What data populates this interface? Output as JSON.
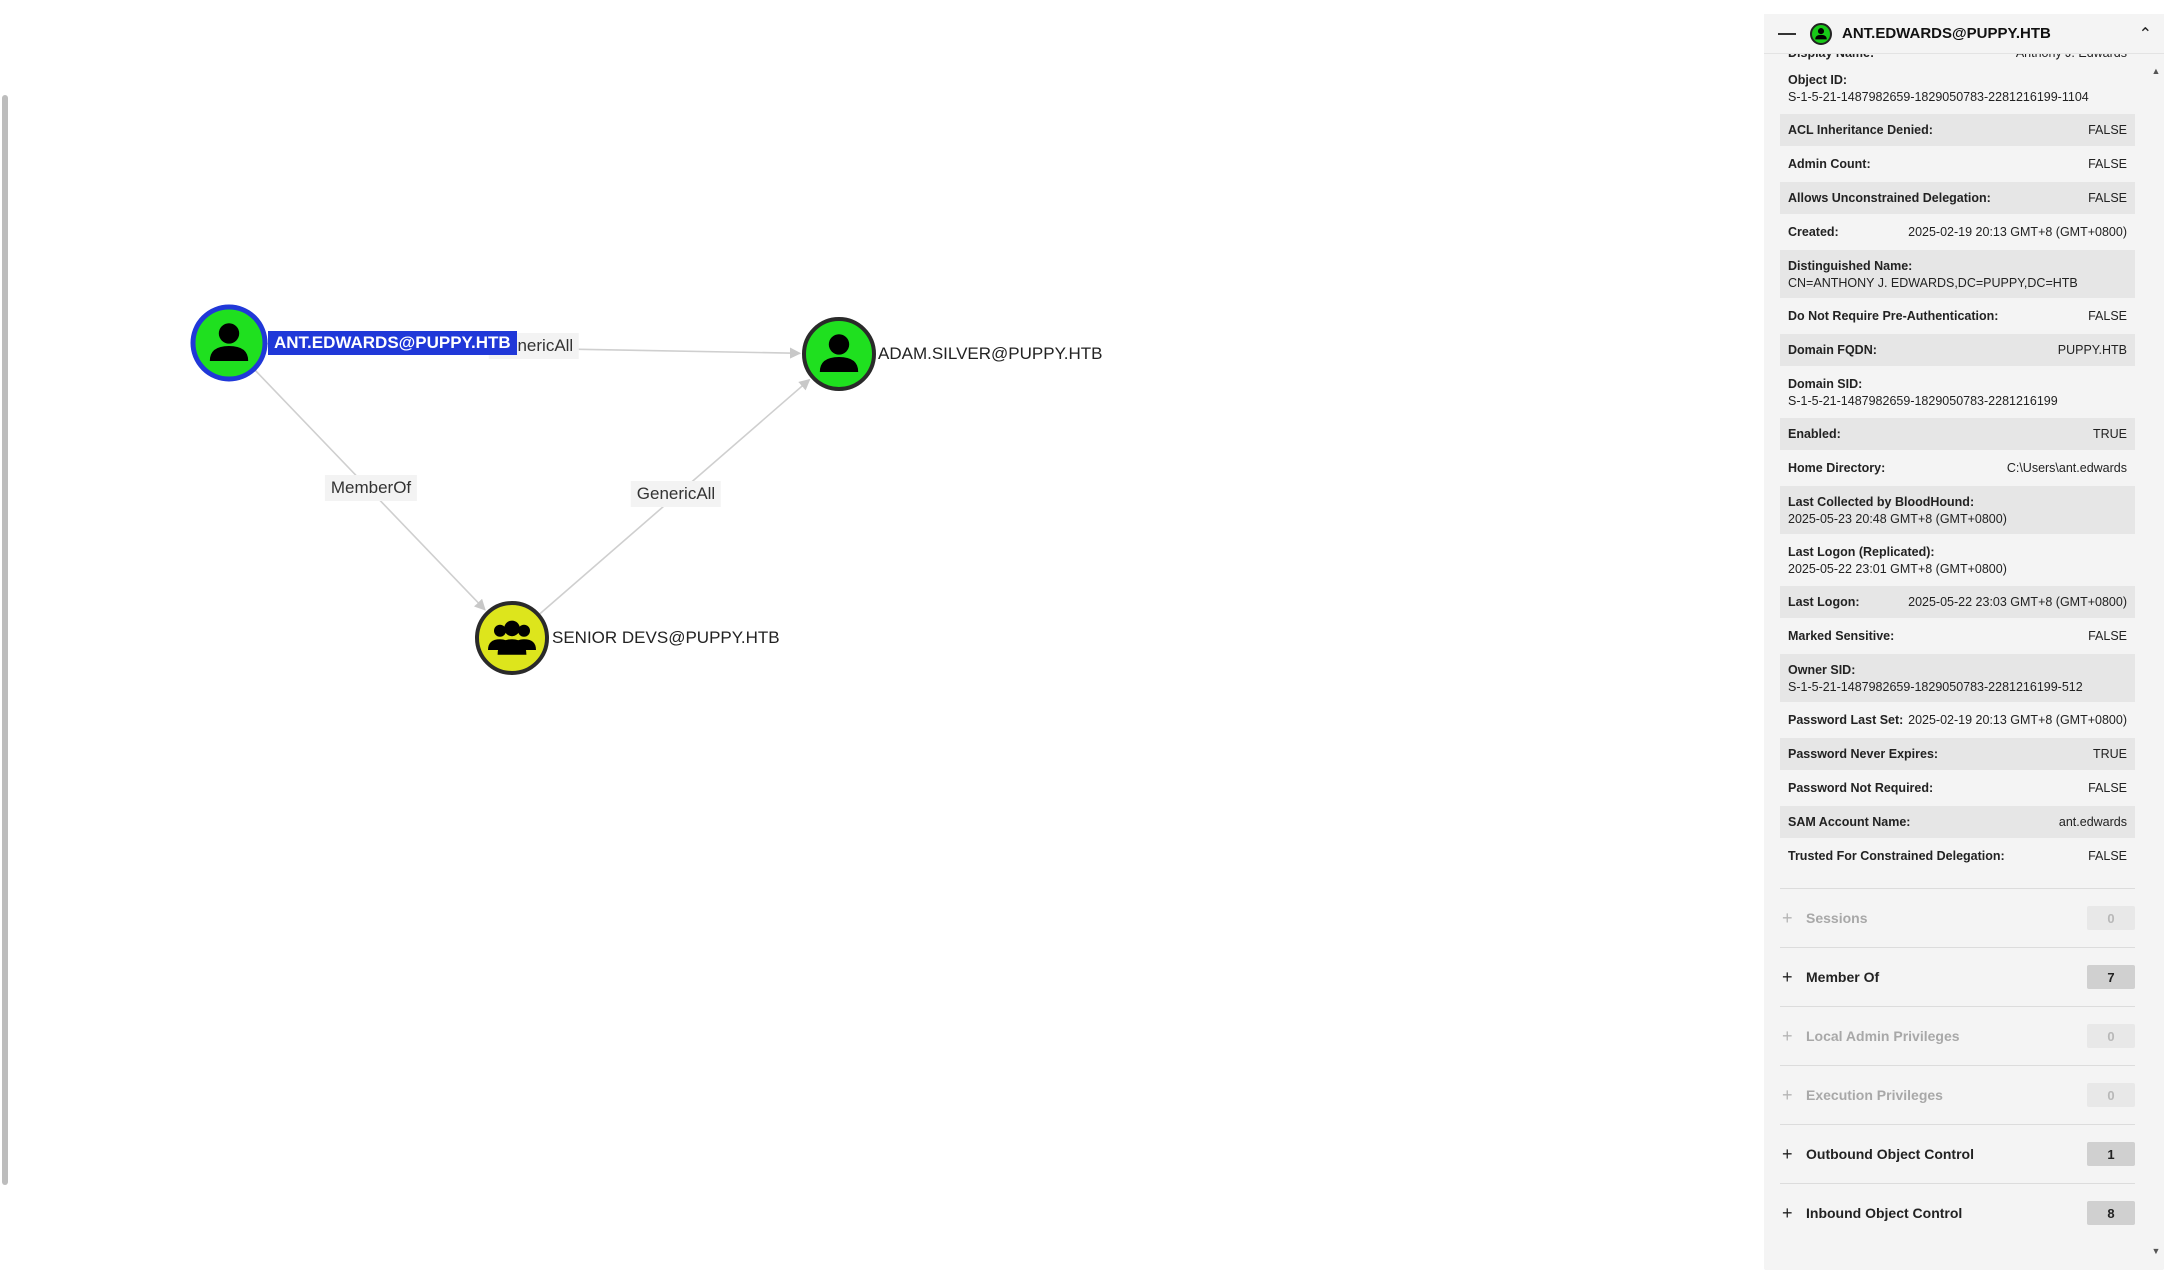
{
  "graph": {
    "nodes": [
      {
        "id": "ant",
        "label": "ANT.EDWARDS@PUPPY.HTB",
        "kind": "user",
        "selected": true,
        "color": "#1fe01f"
      },
      {
        "id": "adam",
        "label": "ADAM.SILVER@PUPPY.HTB",
        "kind": "user",
        "selected": false,
        "color": "#1fe01f"
      },
      {
        "id": "devs",
        "label": "SENIOR DEVS@PUPPY.HTB",
        "kind": "group",
        "selected": false,
        "color": "#dde51c"
      }
    ],
    "edges": [
      {
        "from": "ant",
        "to": "adam",
        "label": "GenericAll"
      },
      {
        "from": "ant",
        "to": "devs",
        "label": "MemberOf"
      },
      {
        "from": "devs",
        "to": "adam",
        "label": "GenericAll"
      }
    ],
    "user_icon": "user-icon",
    "group_icon": "group-icon",
    "selected_color": "#2038d8"
  },
  "panel": {
    "title": "ANT.EDWARDS@PUPPY.HTB",
    "header_icon": "user-icon",
    "collapse_icon": "double-chevron-up-icon",
    "partial_row": {
      "key": "Display Name:",
      "value": "Anthony J. Edwards"
    },
    "properties": [
      {
        "key": "Object ID:",
        "value": "S-1-5-21-1487982659-1829050783-2281216199-1104",
        "multi": true
      },
      {
        "key": "ACL Inheritance Denied:",
        "value": "FALSE"
      },
      {
        "key": "Admin Count:",
        "value": "FALSE"
      },
      {
        "key": "Allows Unconstrained Delegation:",
        "value": "FALSE"
      },
      {
        "key": "Created:",
        "value": "2025-02-19 20:13 GMT+8 (GMT+0800)"
      },
      {
        "key": "Distinguished Name:",
        "value": "CN=ANTHONY J. EDWARDS,DC=PUPPY,DC=HTB",
        "multi": true
      },
      {
        "key": "Do Not Require Pre-Authentication:",
        "value": "FALSE"
      },
      {
        "key": "Domain FQDN:",
        "value": "PUPPY.HTB"
      },
      {
        "key": "Domain SID:",
        "value": "S-1-5-21-1487982659-1829050783-2281216199",
        "multi": true
      },
      {
        "key": "Enabled:",
        "value": "TRUE"
      },
      {
        "key": "Home Directory:",
        "value": "C:\\Users\\ant.edwards"
      },
      {
        "key": "Last Collected by BloodHound:",
        "value": "2025-05-23 20:48 GMT+8 (GMT+0800)",
        "multi": true
      },
      {
        "key": "Last Logon (Replicated):",
        "value": "2025-05-22 23:01 GMT+8 (GMT+0800)",
        "multi": true
      },
      {
        "key": "Last Logon:",
        "value": "2025-05-22 23:03 GMT+8 (GMT+0800)"
      },
      {
        "key": "Marked Sensitive:",
        "value": "FALSE"
      },
      {
        "key": "Owner SID:",
        "value": "S-1-5-21-1487982659-1829050783-2281216199-512",
        "multi": true
      },
      {
        "key": "Password Last Set:",
        "value": "2025-02-19 20:13 GMT+8 (GMT+0800)"
      },
      {
        "key": "Password Never Expires:",
        "value": "TRUE"
      },
      {
        "key": "Password Not Required:",
        "value": "FALSE"
      },
      {
        "key": "SAM Account Name:",
        "value": "ant.edwards"
      },
      {
        "key": "Trusted For Constrained Delegation:",
        "value": "FALSE"
      }
    ],
    "sections": [
      {
        "label": "Sessions",
        "count": "0",
        "dim": true
      },
      {
        "label": "Member Of",
        "count": "7",
        "dim": false
      },
      {
        "label": "Local Admin Privileges",
        "count": "0",
        "dim": true
      },
      {
        "label": "Execution Privileges",
        "count": "0",
        "dim": true
      },
      {
        "label": "Outbound Object Control",
        "count": "1",
        "dim": false
      },
      {
        "label": "Inbound Object Control",
        "count": "8",
        "dim": false
      }
    ]
  }
}
